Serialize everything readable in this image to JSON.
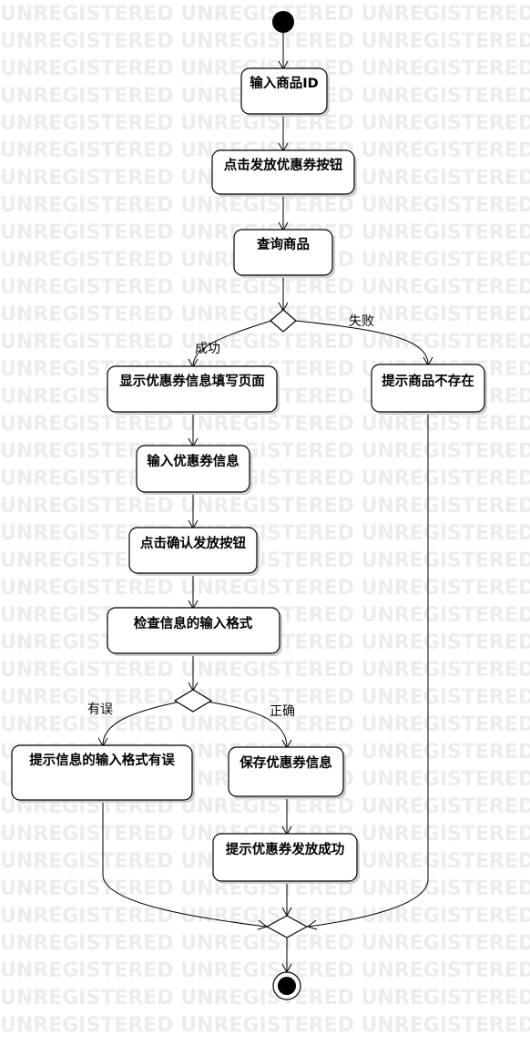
{
  "watermark": {
    "text": "UNREGISTERED UNREGISTERED UNREGISTERED",
    "color": "#ececec"
  },
  "nodes": {
    "enter_product_id": "输入商品ID",
    "click_issue_coupon": "点击发放优惠券按钮",
    "query_product": "查询商品",
    "show_coupon_form": "显示优惠券信息填写页面",
    "product_not_exist": "提示商品不存在",
    "enter_coupon_info": "输入优惠券信息",
    "click_confirm_issue": "点击确认发放按钮",
    "check_format": "检查信息的输入格式",
    "format_error": "提示信息的输入格式有误",
    "save_coupon": "保存优惠券信息",
    "issue_success": "提示优惠券发放成功"
  },
  "edge_labels": {
    "success": "成功",
    "failure": "失败",
    "wrong": "有误",
    "correct": "正确"
  }
}
